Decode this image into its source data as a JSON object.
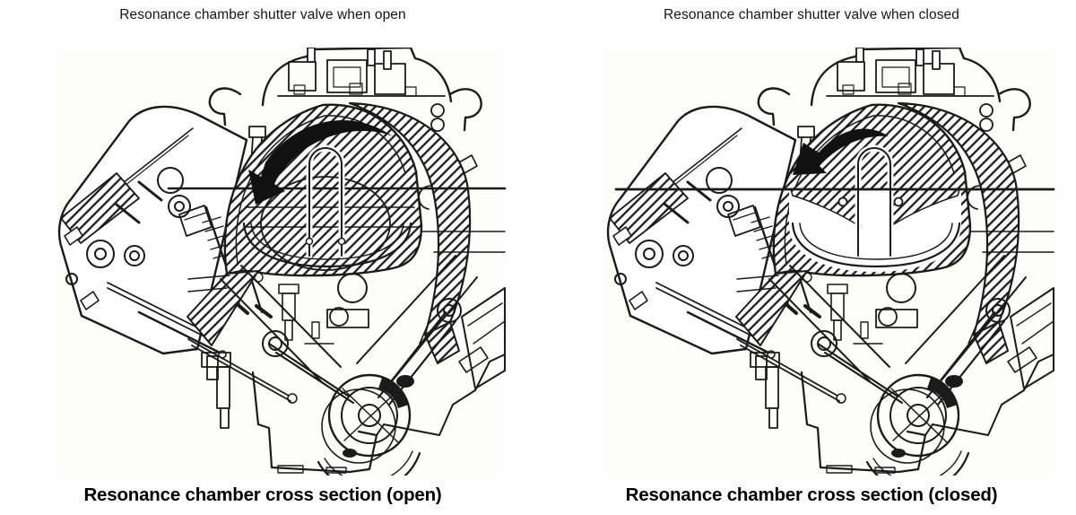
{
  "page": {
    "background_color": "#ffffff",
    "ink_color": "#1b1b1b",
    "description": "Scanned technical illustration: V-engine intake resonance chamber cross sections, shutter valve open vs closed"
  },
  "panels": [
    {
      "id": "open",
      "top_caption": "Resonance chamber shutter valve when open",
      "bottom_caption": "Resonance chamber cross section (open)",
      "figure": "v-engine-cross-section-airflow-arrow-open"
    },
    {
      "id": "closed",
      "top_caption": "Resonance chamber shutter valve when closed",
      "bottom_caption": "Resonance chamber cross section (closed)",
      "figure": "v-engine-cross-section-airflow-arrow-closed"
    }
  ]
}
